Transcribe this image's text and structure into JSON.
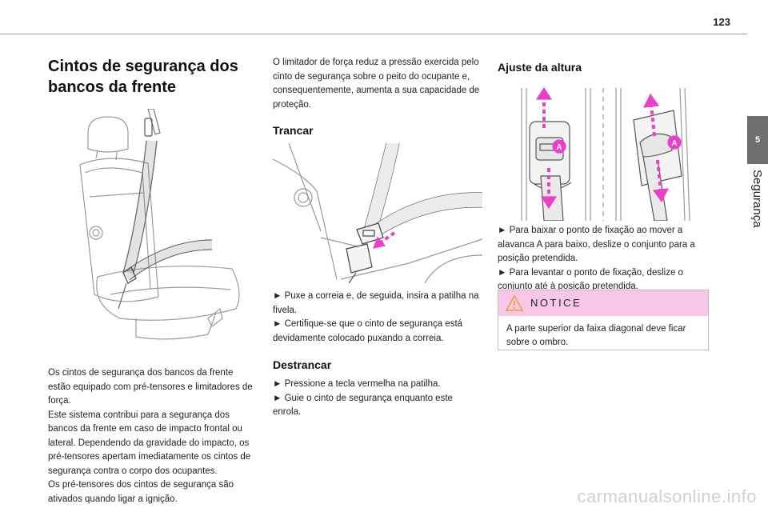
{
  "page": {
    "number": "123",
    "chapter_tab": "5",
    "chapter_title": "Segurança",
    "watermark": "carmanualsonline.info"
  },
  "col1": {
    "title": "Cintos de segurança dos bancos da frente",
    "text": [
      "Os cintos de segurança dos bancos da frente estão equipado com pré-tensores e limitadores de força.",
      "Este sistema contribui para a segurança dos bancos da frente em caso de impacto frontal ou lateral. Dependendo da gravidade do impacto, os pré-tensores apertam imediatamente os cintos de segurança contra o corpo dos ocupantes.",
      "Os pré-tensores dos cintos de segurança são ativados quando ligar a ignição."
    ]
  },
  "col2": {
    "intro": "O limitador de força reduz a pressão exercida pelo cinto de segurança sobre o peito do ocupante e, consequentemente, aumenta a sua capacidade de proteção.",
    "lock_heading": "Trancar",
    "lock_steps": [
      "► Puxe a correia e, de seguida, insira a patilha na fivela.",
      "► Certifique-se que o cinto de segurança está devidamente colocado puxando a correia."
    ],
    "unlock_heading": "Destrancar",
    "unlock_steps": [
      "► Pressione a tecla vermelha na patilha.",
      "► Guie o cinto de segurança enquanto este enrola."
    ]
  },
  "col3": {
    "heading": "Ajuste da altura",
    "marker_a": "A",
    "steps": [
      "► Para baixar o ponto de fixação ao mover a alavanca A para baixo, deslize o conjunto para a posição pretendida.",
      "► Para levantar o ponto de fixação, deslize o conjunto até à posição pretendida."
    ],
    "notice_label": "NOTICE",
    "notice_text": "A parte superior da faixa diagonal deve ficar sobre o ombro."
  },
  "colors": {
    "accent_pink": "#ec3fc9",
    "notice_bg": "#f7c7ea",
    "tab_gray": "#6e6e6e"
  }
}
